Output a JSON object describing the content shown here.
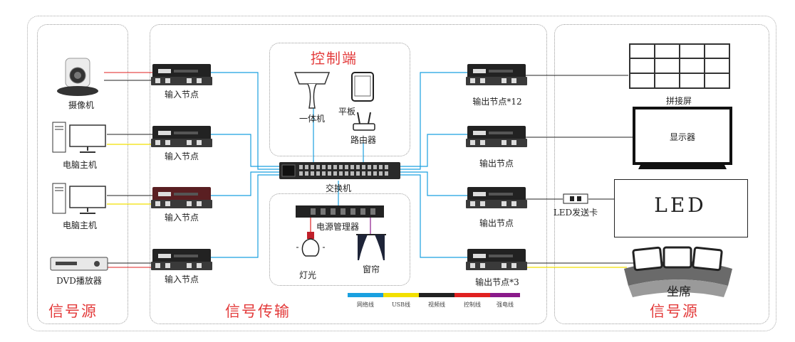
{
  "sections": {
    "left": "信号源",
    "middle": "信号传输",
    "right": "信号源"
  },
  "control": {
    "title": "控制端",
    "all_in_one": "一体机",
    "tablet": "平板",
    "router": "路由器"
  },
  "sources": {
    "camera": "摄像机",
    "pc1": "电脑主机",
    "pc2": "电脑主机",
    "dvd": "DVD播放器"
  },
  "input_nodes": [
    "输入节点",
    "输入节点",
    "输入节点",
    "输入节点"
  ],
  "switch": "交换机",
  "power": {
    "manager": "电源管理器",
    "light": "灯光",
    "curtain": "窗帘"
  },
  "output_nodes": [
    "输出节点*12",
    "输出节点",
    "输出节点",
    "输出节点*3"
  ],
  "displays": {
    "splice": "拼接屏",
    "monitor_label": "显示器",
    "led_card": "LED发送卡",
    "led_text": "LED",
    "seat": "坐席"
  },
  "legend": [
    {
      "label": "网络线",
      "color": "#1aa0e0"
    },
    {
      "label": "USB线",
      "color": "#f2e000"
    },
    {
      "label": "视频线",
      "color": "#222222"
    },
    {
      "label": "控制线",
      "color": "#e02020"
    },
    {
      "label": "强电线",
      "color": "#8a1a8a"
    }
  ]
}
